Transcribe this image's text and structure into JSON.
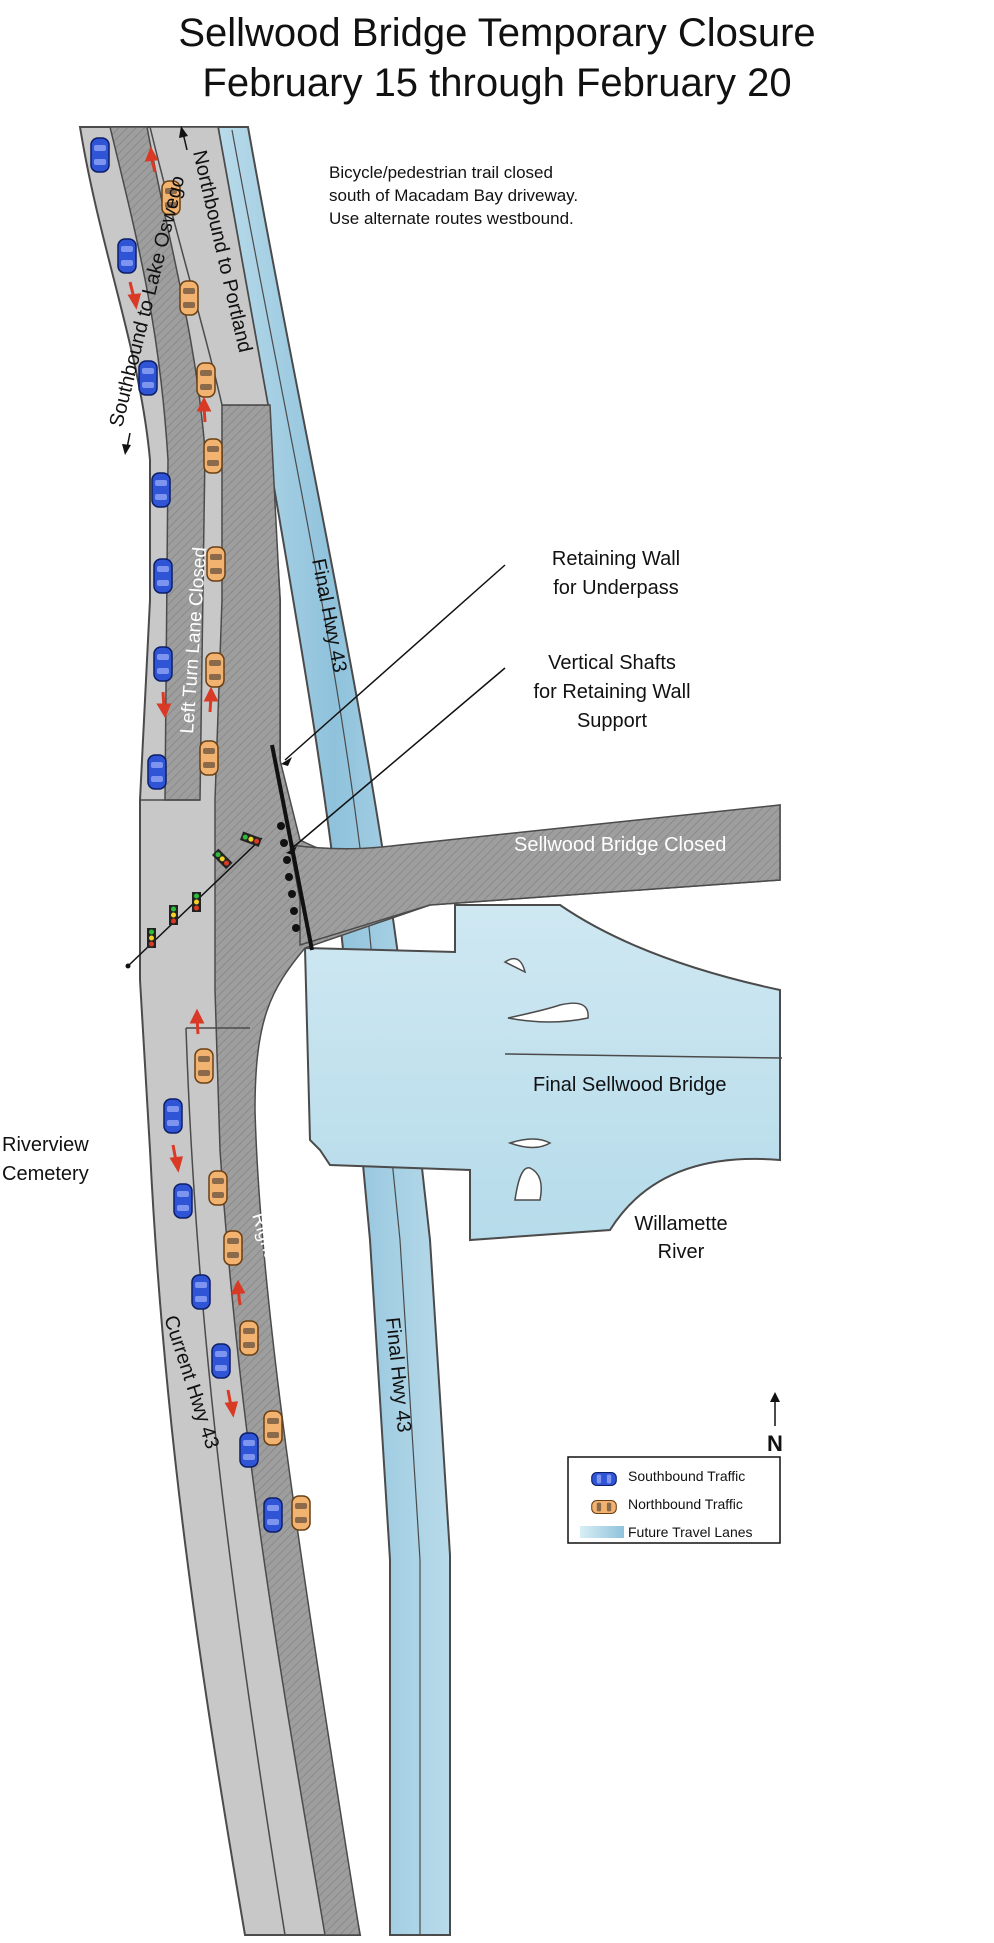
{
  "title": {
    "line1": "Sellwood Bridge Temporary Closure",
    "line2": "February 15 through February 20"
  },
  "notice": {
    "line1": "Bicycle/pedestrian trail closed",
    "line2": "south of Macadam Bay driveway.",
    "line3": "Use alternate routes westbound."
  },
  "labels": {
    "southbound": "Southbound to Lake Oswego",
    "northbound": "Northbound to Portland",
    "left_turn_closed": "Left Turn Lane Closed",
    "right_turn_closed": "Right Turn Lane Closed",
    "final_hwy_north": "Final Hwy 43",
    "final_hwy_south": "Final Hwy 43",
    "current_hwy": "Current Hwy 43",
    "bridge_closed": "Sellwood Bridge Closed",
    "final_bridge": "Final Sellwood Bridge",
    "cemetery_1": "Riverview",
    "cemetery_2": "Cemetery",
    "river_1": "Willamette",
    "river_2": "River"
  },
  "callouts": {
    "retaining_1": "Retaining Wall",
    "retaining_2": "for Underpass",
    "shafts_1": "Vertical Shafts",
    "shafts_2": "for Retaining Wall",
    "shafts_3": "Support"
  },
  "compass": {
    "label": "N"
  },
  "legend": {
    "southbound": "Southbound Traffic",
    "northbound": "Northbound Traffic",
    "future": "Future Travel Lanes"
  },
  "colors": {
    "road": "#c8c8c8",
    "closed": "#9a9a9a",
    "future_lanes": "#a9d4e6",
    "southbound_car": "#2f54d6",
    "northbound_car": "#f3b370",
    "arrow": "#d93a25"
  }
}
